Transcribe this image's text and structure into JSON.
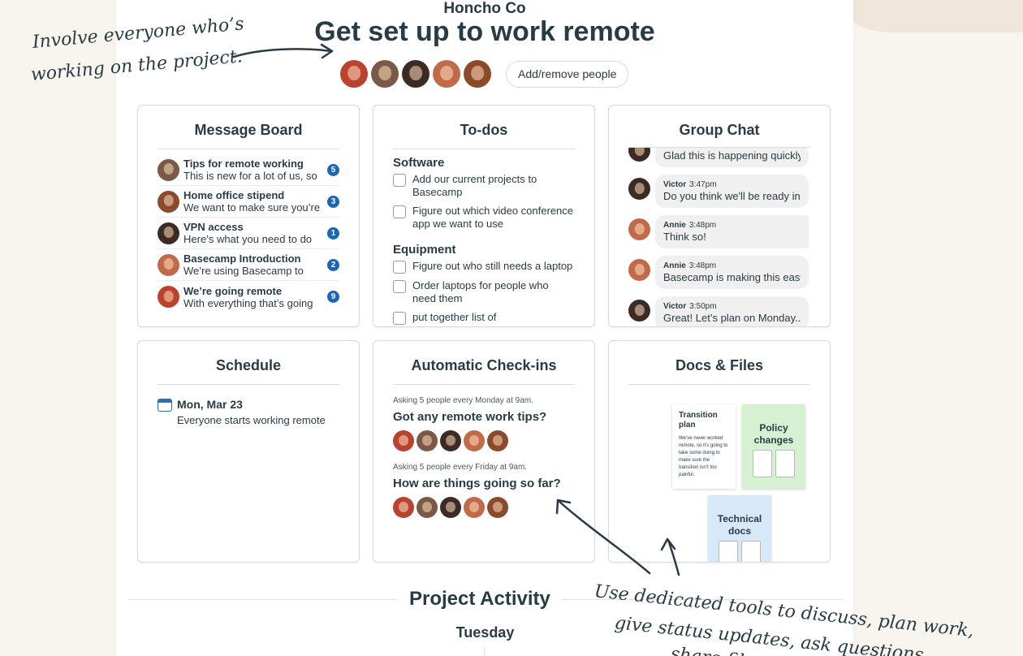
{
  "header": {
    "company": "Honcho Co",
    "title": "Get set up to work remote",
    "add_people_label": "Add/remove people"
  },
  "cards": {
    "message_board": {
      "title": "Message Board",
      "items": [
        {
          "subject": "Tips for remote working",
          "excerpt": "This is new for a lot of us, so",
          "count": "5"
        },
        {
          "subject": "Home office stipend",
          "excerpt": "We want to make sure you’re",
          "count": "3"
        },
        {
          "subject": "VPN access",
          "excerpt": "Here’s what you need to do",
          "count": "1"
        },
        {
          "subject": "Basecamp Introduction",
          "excerpt": "We’re using Basecamp to",
          "count": "2"
        },
        {
          "subject": "We’re going remote",
          "excerpt": "With everything that’s going",
          "count": "9"
        }
      ]
    },
    "todos": {
      "title": "To-dos",
      "groups": [
        {
          "name": "Software",
          "items": [
            "Add our current projects to Basecamp",
            "Figure out which video conference app we want to use"
          ]
        },
        {
          "name": "Equipment",
          "items": [
            "Figure out who still needs a laptop",
            "Order laptops for people who need them",
            "put together list of"
          ]
        }
      ]
    },
    "group_chat": {
      "title": "Group Chat",
      "messages": [
        {
          "author": "",
          "time": "",
          "text": "Glad this is happening quickly."
        },
        {
          "author": "Victor",
          "time": "3:47pm",
          "text": "Do you think we'll be ready in..."
        },
        {
          "author": "Annie",
          "time": "3:48pm",
          "text": "Think so!"
        },
        {
          "author": "Annie",
          "time": "3:48pm",
          "text": "Basecamp is making this easy."
        },
        {
          "author": "Victor",
          "time": "3:50pm",
          "text": "Great! Let’s plan on Monday..."
        }
      ]
    },
    "schedule": {
      "title": "Schedule",
      "event_date": "Mon, Mar 23",
      "event_desc": "Everyone starts working remote"
    },
    "checkins": {
      "title": "Automatic Check-ins",
      "questions": [
        {
          "meta": "Asking 5 people every Monday at 9am.",
          "question": "Got any remote work tips?"
        },
        {
          "meta": "Asking 5 people every Friday at 9am.",
          "question": "How are things going so far?"
        }
      ]
    },
    "docs": {
      "title": "Docs & Files",
      "files": [
        {
          "name": "Transition plan",
          "snippet": "We’ve never worked remote, so it’s going to take some doing to make sure the transition isn’t too painful."
        },
        {
          "name": "Policy changes"
        },
        {
          "name": "Technical docs"
        }
      ]
    }
  },
  "activity": {
    "title": "Project Activity",
    "day": "Tuesday"
  },
  "annotations": {
    "left_line1": "Involve everyone who’s",
    "left_line2": "working on the project.",
    "right_line1": "Use dedicated tools to discuss, plan work,",
    "right_line2": "give status updates, ask questions",
    "right_line3": "share files"
  },
  "colors": {
    "background": "#f8f4ee",
    "text": "#283c46",
    "badge": "#1b66b8",
    "doc_green": "#d6f1d2",
    "doc_blue": "#d7e9f9"
  }
}
